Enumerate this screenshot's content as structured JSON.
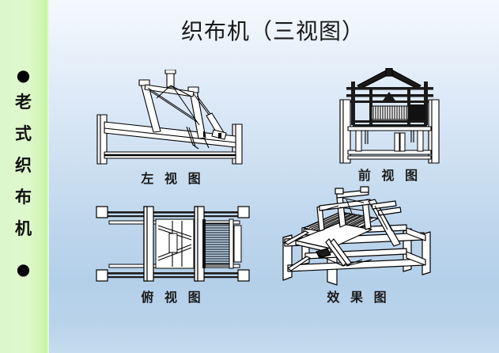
{
  "slide": {
    "title": "织布机（三视图）",
    "background_top_color": "#f4f9fd",
    "background_bottom_color": "#b9d3ea"
  },
  "sidebar": {
    "background_color": "#ddf7cc",
    "edge_color": "#c4f59a",
    "bullet_top": "●",
    "bullet_bottom": "●",
    "vertical_text": "老式织布机",
    "characters": [
      "老",
      "式",
      "织",
      "布",
      "机"
    ]
  },
  "views": [
    {
      "id": "left-view",
      "caption": "左 视 图",
      "description": "loom-left-view-drawing"
    },
    {
      "id": "front-view",
      "caption": "前 视 图",
      "description": "loom-front-view-drawing"
    },
    {
      "id": "top-view",
      "caption": "俯 视 图",
      "description": "loom-top-view-drawing"
    },
    {
      "id": "iso-view",
      "caption": "效 果 图",
      "description": "loom-isometric-rendering"
    }
  ]
}
